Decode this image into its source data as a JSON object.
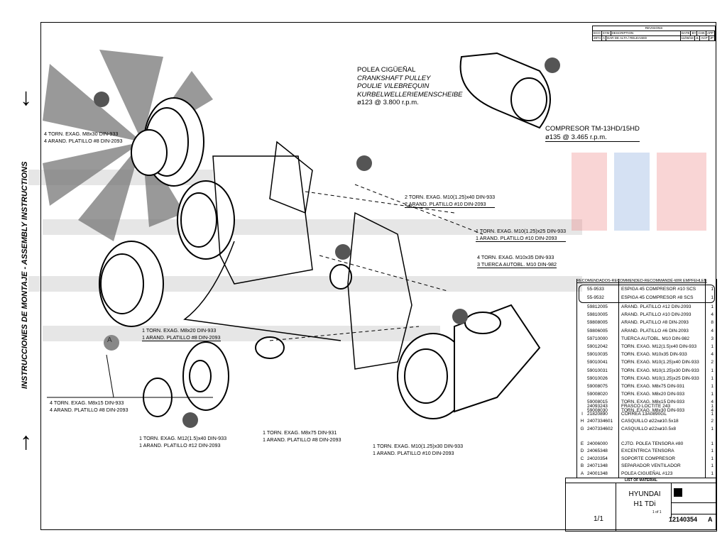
{
  "side_title": "INSTRUCCIONES DE MONTAJE - ASSEMBLY INSTRUCTIONS",
  "arrows": {
    "down": "↓",
    "up": "↑"
  },
  "revisions": {
    "title": "REVISIONS",
    "headers": [
      "ECO",
      "SYM",
      "DESCRIPTION",
      "DATE",
      "BY",
      "CHK",
      "APP"
    ],
    "row": [
      "2874",
      "A",
      "DAR DE ALTA / RELEASED",
      "11/08/18",
      "JL",
      "ACP",
      "JP"
    ]
  },
  "crankshaft": {
    "l1": "POLEA CIGÜEÑAL",
    "l2": "CRANKSHAFT PULLEY",
    "l3": "POULIE VILEBREQUIN",
    "l4": "KURBELWELLERIEMENSCHEIBE",
    "l5": "ø123   @ 3.800 r.p.m."
  },
  "compressor": {
    "l1": "COMPRESOR  TM-13HD/15HD",
    "l2": "ø135  @  3.465  r.p.m."
  },
  "callouts": [
    {
      "a": "4 TORN. EXAG. M8x30 DIN-933",
      "b": "4 ARAND. PLATILLO #8 DIN-2093"
    },
    {
      "a": "2 TORN. EXAG. M10(1.25)x40 DIN-933",
      "b": "2 ARAND. PLATILLO #10 DIN-2093"
    },
    {
      "a": "1 TORN. EXAG. M10(1.25)x25 DIN-933",
      "b": "1 ARAND. PLATILLO #10 DIN-2093"
    },
    {
      "a": "4 TORN. EXAG. M10x35 DIN-933",
      "b": "3 TUERCA AUTOBL. M10 DIN-982"
    },
    {
      "a": "1 TORN. EXAG. M8x20 DIN-933",
      "b": "1 ARAND. PLATILLO #8 DIN-2093"
    },
    {
      "a": "4 TORN. EXAG. M8x15 DIN-933",
      "b": "4 ARAND. PLATILLO #8 DIN-2093"
    },
    {
      "a": "1 TORN. EXAG. M12(1.5)x40 DIN-933",
      "b": "1 ARAND. PLATILLO #12 DIN-2093"
    },
    {
      "a": "1 TORN. EXAG. M8x75 DIN-931",
      "b": "1 ARAND. PLATILLO #8 DIN-2093"
    },
    {
      "a": "1 TORN. EXAG. M10(1.25)x30 DIN-933",
      "b": "1 ARAND. PLATILLO #10 DIN-2093"
    }
  ],
  "balloon_a": "A",
  "parts_list": {
    "header": "RECOMENDADOS-RECOMMENDED-RECOMMANDÉ-WIR EMPFEHLEN",
    "recommended": [
      {
        "code": "55-9533",
        "desc": "ESPIGA 45 COMPRESOR #10 SCS",
        "qty": "1"
      },
      {
        "code": "55-9532",
        "desc": "ESPIGA 45 COMPRESOR #8 SCS",
        "qty": "1"
      }
    ],
    "hardware": [
      {
        "code": "59812005",
        "desc": "ARAND. PLATILLO #12 DIN-2093",
        "qty": "1"
      },
      {
        "code": "59810005",
        "desc": "ARAND. PLATILLO #10 DIN-2093",
        "qty": "4"
      },
      {
        "code": "59808005",
        "desc": "ARAND. PLATILLO #8 DIN-2093",
        "qty": "8"
      },
      {
        "code": "59806005",
        "desc": "ARAND. PLATILLO #6 DIN-2093",
        "qty": "4"
      },
      {
        "code": "59710000",
        "desc": "TUERCA AUTOBL. M10 DIN-982",
        "qty": "3"
      },
      {
        "code": "59012042",
        "desc": "TORN. EXAG. M12(1.5)x40 DIN-933",
        "qty": "1"
      },
      {
        "code": "59010035",
        "desc": "TORN. EXAG. M10x35 DIN-933",
        "qty": "4"
      },
      {
        "code": "59010041",
        "desc": "TORN. EXAG. M10(1.25)x40 DIN-933",
        "qty": "2"
      },
      {
        "code": "59010031",
        "desc": "TORN. EXAG. M10(1.25)x30 DIN-933",
        "qty": "1"
      },
      {
        "code": "59010026",
        "desc": "TORN. EXAG. M10(1.25)x25 DIN-933",
        "qty": "1"
      },
      {
        "code": "59008075",
        "desc": "TORN. EXAG. M8x75 DIN-931",
        "qty": "1"
      },
      {
        "code": "59008020",
        "desc": "TORN. EXAG. M8x20 DIN-933",
        "qty": "1"
      },
      {
        "code": "59008015",
        "desc": "TORN. EXAG. M8x15 DIN-933",
        "qty": "4"
      },
      {
        "code": "59008030",
        "desc": "TORN. EXAG. M8x30 DIN-933",
        "qty": "4"
      }
    ],
    "items": [
      {
        "letter": "",
        "code": "24093243",
        "desc": "FRASCO LOCTITE 243",
        "qty": "1"
      },
      {
        "letter": "I",
        "code": "21820890",
        "desc": "CORREA 13A0890GL",
        "qty": "1"
      },
      {
        "letter": "H",
        "code": "2407334601",
        "desc": "CASQUILLO ø22xø10.5x18",
        "qty": "2"
      },
      {
        "letter": "G",
        "code": "2407334602",
        "desc": "CASQUILLO ø22xø10.5x8",
        "qty": "1"
      },
      {
        "letter": "",
        "code": "",
        "desc": "",
        "qty": ""
      },
      {
        "letter": "E",
        "code": "24006000",
        "desc": "CJTO. POLEA TENSORA #80",
        "qty": "1"
      },
      {
        "letter": "D",
        "code": "24065348",
        "desc": "EXCENTRICA TENSORA",
        "qty": "1"
      },
      {
        "letter": "C",
        "code": "24020354",
        "desc": "SOPORTE COMPRESOR",
        "qty": "1"
      },
      {
        "letter": "B",
        "code": "24071348",
        "desc": "SEPARADOR VENTILADOR",
        "qty": "1"
      },
      {
        "letter": "A",
        "code": "24001348",
        "desc": "POLEA CIGUEÑAL #123",
        "qty": "1"
      }
    ]
  },
  "title_block": {
    "list_of_material": "LIST OF MATERIAL",
    "model_l1": "HYUNDAI",
    "model_l2": "H1  TDi",
    "sheet": "1 of 1",
    "scale": "1/1",
    "drawing_number": "12140354",
    "revision": "A"
  }
}
